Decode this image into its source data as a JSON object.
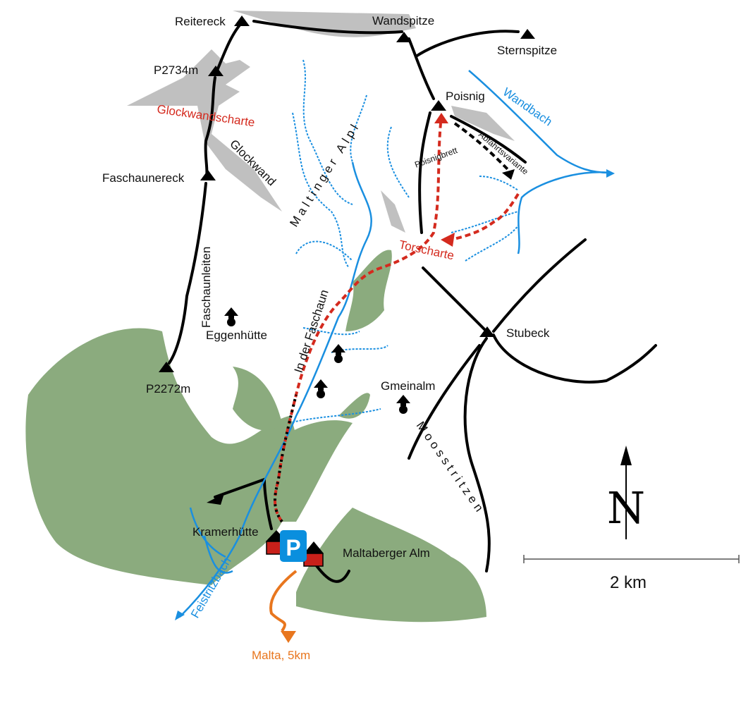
{
  "colors": {
    "forest": "#8bab7e",
    "rock": "#c0c0c0",
    "stream": "#1a8fe0",
    "route": "#d42a1e",
    "access": "#e8761e",
    "parking": "#0a8fde"
  },
  "peaks": {
    "reitereck": "Reitereck",
    "wandspitze": "Wandspitze",
    "sternspitze": "Sternspitze",
    "p2734": "P2734m",
    "faschaunereck": "Faschaunereck",
    "poisnig": "Poisnig",
    "stubeck": "Stubeck",
    "p2272": "P2272m"
  },
  "areas": {
    "glockwand": "Glockwand",
    "maltinger_alpl": "Maltinger Alpl",
    "faschaunleiten": "Faschaunleiten",
    "in_der_faschaun": "In der Faschaun",
    "moosstritzen": "Moosstritzen"
  },
  "passes": {
    "glockwandscharte": "Glockwandscharte",
    "torscharte": "Torscharte"
  },
  "routes": {
    "poisnigbrett": "Poisnigbrett",
    "abfahrtsvariante": "Abfahrtsvariante"
  },
  "streams": {
    "wandbach": "Wandbach",
    "feistritzbach": "Feistritzbach"
  },
  "huts": {
    "eggenhuette": "Eggenhütte",
    "gmeinalm": "Gmeinalm",
    "kramerhuette": "Kramerhütte",
    "maltaberger_alm": "Maltaberger Alm"
  },
  "parking": {
    "symbol": "P"
  },
  "access": {
    "label": "Malta, 5km"
  },
  "north": {
    "symbol": "N"
  },
  "scale": {
    "label": "2 km"
  }
}
